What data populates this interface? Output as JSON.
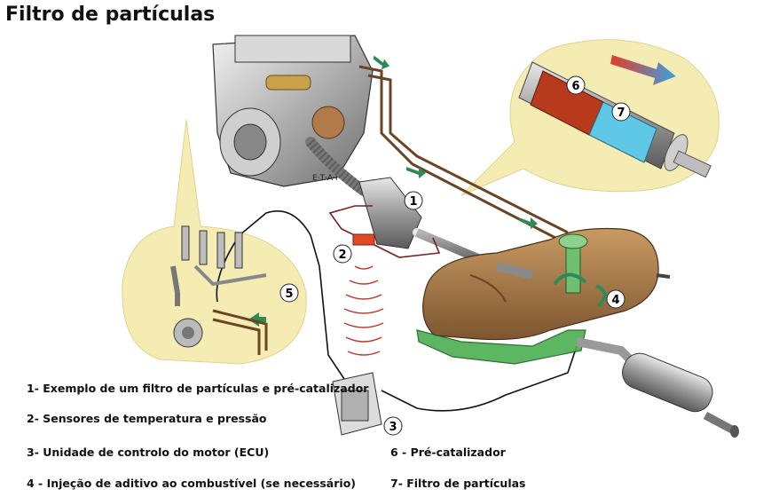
{
  "title": "Filtro de partículas",
  "markers": [
    "1",
    "2",
    "3",
    "4",
    "5",
    "6",
    "7"
  ],
  "legend": {
    "item1": "1- Exemplo de um filtro de partículas e pré-catalizador",
    "item2": "2- Sensores de temperatura e pressão",
    "item3": "3- Unidade de controlo do motor (ECU)",
    "item4": "4 - Injeção de aditivo ao combustível (se necessário)",
    "item6": "6 - Pré-catalizador",
    "item7": "7- Filtro de partículas"
  },
  "engine_stamp": "E·T·A·I",
  "colors": {
    "callout_fill": "#f5ecb4",
    "fuel_tank": "#a97b4a",
    "additive_tank": "#4caf50",
    "pipe_brown": "#6b4423",
    "arrow_green": "#2e8b57",
    "pre_catalyst": "#b83a1c",
    "particle_filter": "#5ec8e6",
    "sensor": "#e04a24",
    "signal_wave": "#c0392b"
  }
}
